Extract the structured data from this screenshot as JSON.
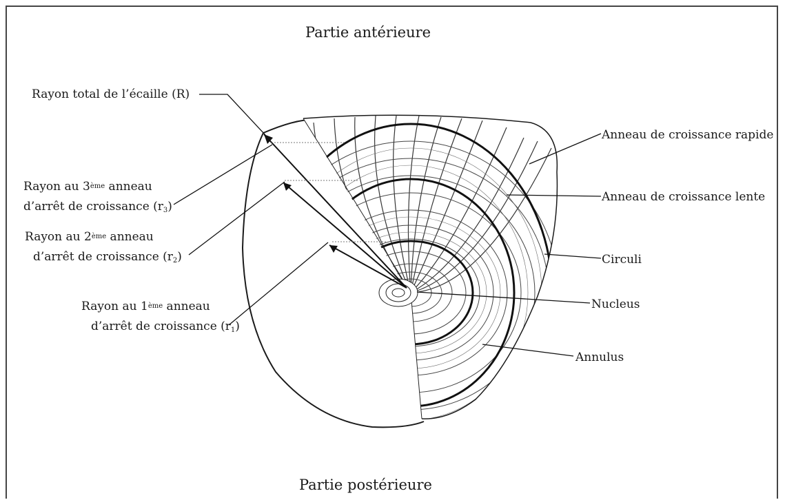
{
  "title_top": "Partie antérieure",
  "title_bottom": "Partie postérieure",
  "left_labels": {
    "total_radius": "Rayon total de l’écaille (R)",
    "r3": {
      "pre": "Rayon au 3",
      "sup": "ème",
      "post": " anneau",
      "line2_pre": "d’arrêt de croissance (r",
      "sub": "3",
      "line2_post": ")"
    },
    "r2": {
      "pre": "Rayon au 2",
      "sup": "ème",
      "post": " anneau",
      "line2_pre": "d’arrêt de croissance (r",
      "sub": "2",
      "line2_post": ")"
    },
    "r1": {
      "pre": "Rayon au 1",
      "sup": "ème",
      "post": " anneau",
      "line2_pre": "d’arrêt de croissance (r",
      "sub": "1",
      "line2_post": ")"
    }
  },
  "right_labels": {
    "fast_ring": "Anneau de croissance rapide",
    "slow_ring": "Anneau de croissance lente",
    "circuli": "Circuli",
    "nucleus": "Nucleus",
    "annulus": "Annulus"
  },
  "colors": {
    "ink": "#1a1a1a",
    "shade": "#555555",
    "frame": "#444444"
  }
}
